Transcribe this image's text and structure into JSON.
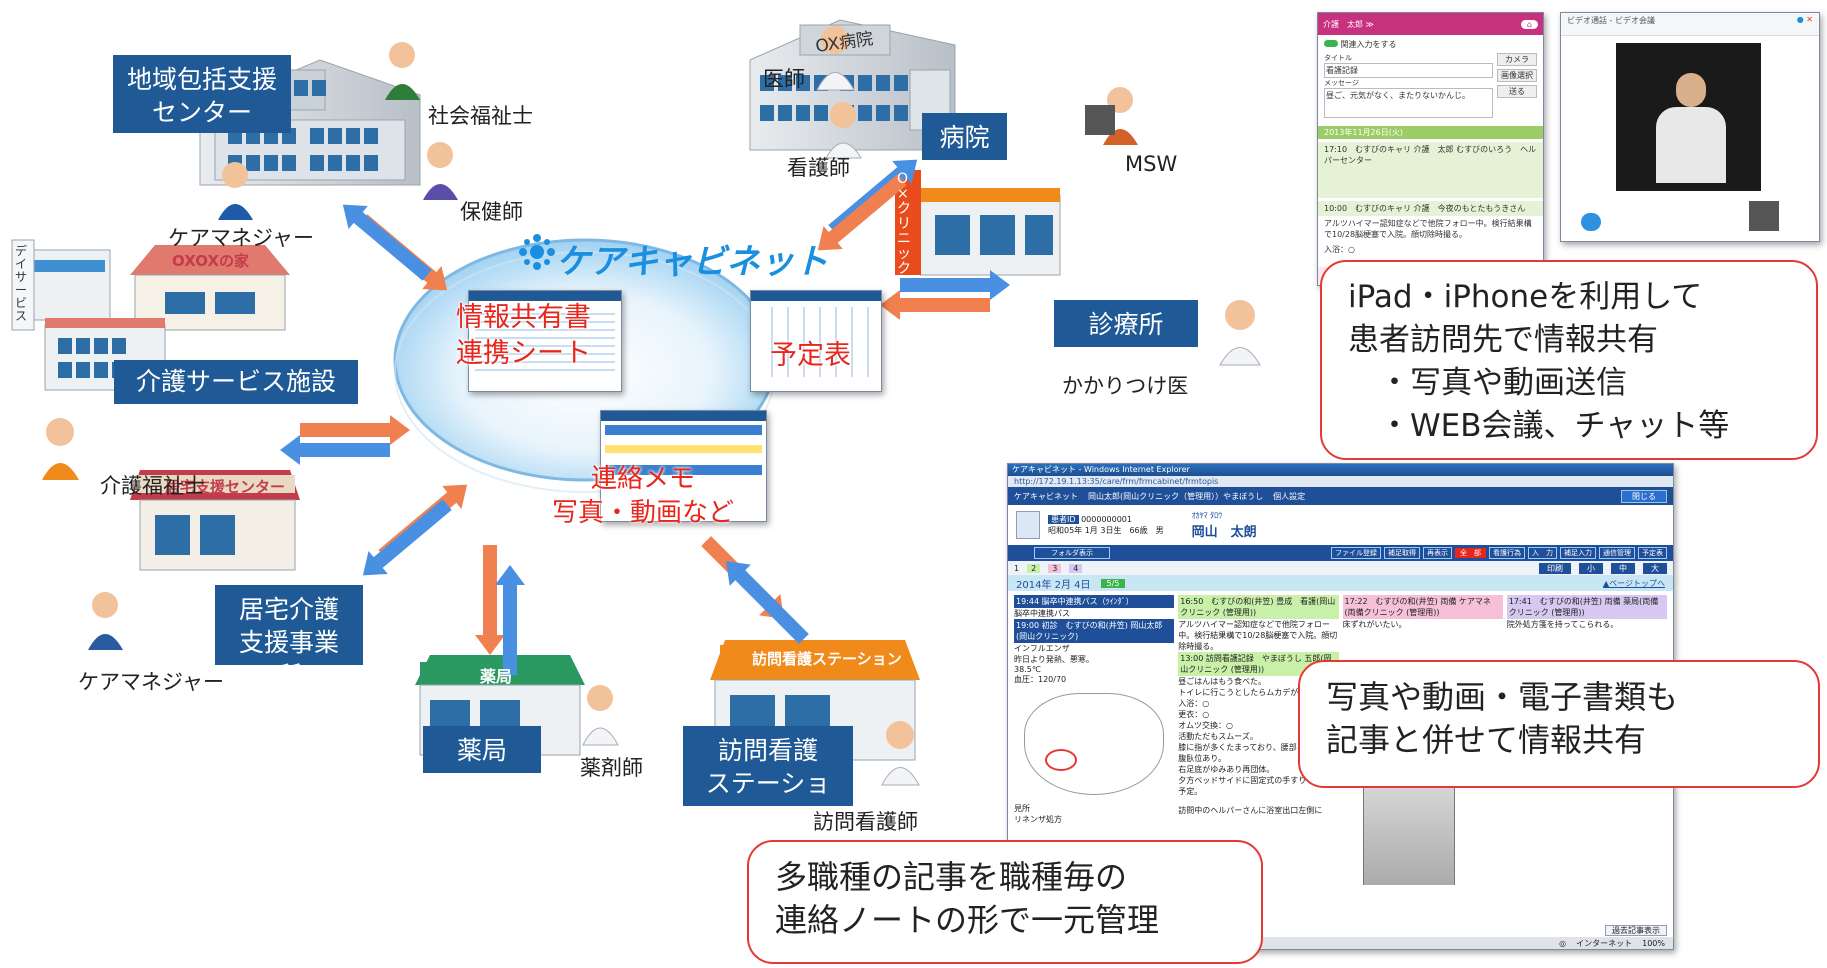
{
  "brand": {
    "name": "ケアキャビネット",
    "color": "#1a8fe0"
  },
  "colors": {
    "box": "#1f5a96",
    "accent_red": "#e53935",
    "arrow_blue": "#4a90e2",
    "arrow_orange": "#f08050"
  },
  "nodes": {
    "chiiki": {
      "label": "地域包括支援\nセンター",
      "people": [
        "社会福祉士",
        "保健師",
        "ケアマネジャー"
      ]
    },
    "hospital": {
      "label": "病院",
      "sign": "OX病院",
      "people": [
        "医師",
        "看護師",
        "MSW"
      ]
    },
    "clinic": {
      "label": "診療所",
      "sign": "O×クリニック",
      "people": [
        "かかりつけ医"
      ]
    },
    "kaigo": {
      "label": "介護サービス施設",
      "sign": "OXOXの家",
      "side_sign": "デイサービス",
      "people": [
        "介護福祉士"
      ]
    },
    "kyotaku": {
      "label": "居宅介護\n支援事業所",
      "sign": "居宅支援センター",
      "people": [
        "ケアマネジャー"
      ]
    },
    "pharmacy": {
      "label": "薬局",
      "sign": "薬局",
      "people": [
        "薬剤師"
      ]
    },
    "station": {
      "label": "訪問看護\nステーション",
      "sign": "訪問看護ステーション",
      "people": [
        "訪問看護師"
      ]
    }
  },
  "center": {
    "sheet1": "情報共有書\n連携シート",
    "sheet2": "予定表",
    "sheet3": "連絡メモ\n写真・動画など"
  },
  "callouts": {
    "mobile": {
      "lines": [
        "iPad・iPhoneを利用して",
        "患者訪問先で情報共有",
        "　・写真や動画送信",
        "　・WEB会議、チャット等"
      ]
    },
    "media": {
      "lines": [
        "写真や動画・電子書類も",
        "記事と併せて情報共有"
      ]
    },
    "note": {
      "lines": [
        "多職種の記事を職種毎の",
        "連絡ノートの形で一元管理"
      ]
    }
  },
  "browser": {
    "title": "ケアキャビネット - Windows Internet Explorer",
    "url": "http://172.19.1.13:35/care/frm/frmcabinet/frmtopis",
    "header": "ケアキャビネット",
    "header_user": "岡山太郎(岡山クリニック（管理用））やまぼうし",
    "header_settings": "個人設定",
    "close": "閉じる",
    "patient_id_label": "患者ID",
    "patient_id": "0000000001",
    "patient_kana": "ｵｶﾔﾏ ﾀﾛｳ",
    "patient_name": "岡山　太朗",
    "patient_birth": "昭和05年 1月 3日生　66歳　男",
    "folder_btn": "フォルダ表示",
    "buttons": [
      "ファイル登録",
      "補足取得",
      "再表示",
      "全　部",
      "看護行為",
      "入　力",
      "補足入力",
      "通信管理",
      "予定表"
    ],
    "tabs": [
      "1",
      "2",
      "3",
      "4"
    ],
    "right_tabs": [
      "印刷",
      "小",
      "中",
      "大"
    ],
    "date": "2014年 2月 4日",
    "date_badge": "5/5",
    "page_top": "▲ページトップへ",
    "columns": [
      {
        "head": "19:44 脳卒中連携パス（ﾂｲﾝﾀﾞ）",
        "lines": [
          "脳卒中連携パス",
          "19:00 初診　むすびの和(井笠) 岡山太郎(岡山クリニック)",
          "インフルエンザ",
          "昨日より発熱、悪寒。",
          "38.5℃",
          "血圧：120/70",
          "",
          "",
          "",
          "",
          "",
          "",
          "見所",
          "リネンザ処方"
        ]
      },
      {
        "head": "16:50　むすびの和(井笠) 豊成　看護(岡山クリニック (管理用))",
        "lines": [
          "アルツハイマー認知症などで他院フォロー中。検行結果構で10/28脳梗塞で入院。顔切除時撮る。",
          "13:00 訪問看護記録　やまぼうし 五郎(岡山クリニック (管理用))",
          "昼ごはんはもう食べた。",
          "トイレに行こうとしたらムカデが",
          "入浴：○",
          "更衣：○",
          "オムツ交換：○",
          "活動ただもスムーズ。",
          "膝に指が多くたまっており、腰部",
          "腹臥位あり。",
          "右足底がゆみあり再団体。",
          "夕方ベッドサイドに固定式の手すりをつける予定。",
          "",
          "訪問中のヘルパーさんに浴室出口左側に"
        ]
      },
      {
        "head": "17:22　むすびの和(井笠) 両備 ケアマネ(両備クリニック (管理用))",
        "lines": [
          "床ずれがいたい。"
        ]
      },
      {
        "head": "17:41　むすびの和(井笠) 両備 薬局(両備クリニック (管理用))",
        "lines": [
          "院外処方箋を持ってこられる。"
        ]
      }
    ],
    "status_left": "インターネット",
    "status_zoom": "100%",
    "footer_btn": "過去記事表示"
  },
  "tablet": {
    "user": "介護　太郎 ≫",
    "toggle": "関連入力をする",
    "subject_label": "タイトル",
    "subject": "看護記録",
    "message_label": "メッセージ",
    "message": "昼ご、元気がなく、またりないかんじ。",
    "btn1": "カメラ",
    "btn2": "画像選択",
    "btn3": "送る",
    "date": "2013年11月26日(火)",
    "entry1": "17:10　むすびのキャリ 介護　太郎 むすびのいろう　ヘルパーセンター",
    "entry2": "10:00　むすびのキャリ 介護　今夜のもとたもうきさん",
    "entry2_body": "アルツハイマー認知症などで他院フォロー中。検行結果構で10/28脳梗塞で入院。顔切除時撮る。",
    "footer_label": "入浴：○"
  },
  "video": {
    "title": "ビデオ通話 - ビデオ会議"
  }
}
